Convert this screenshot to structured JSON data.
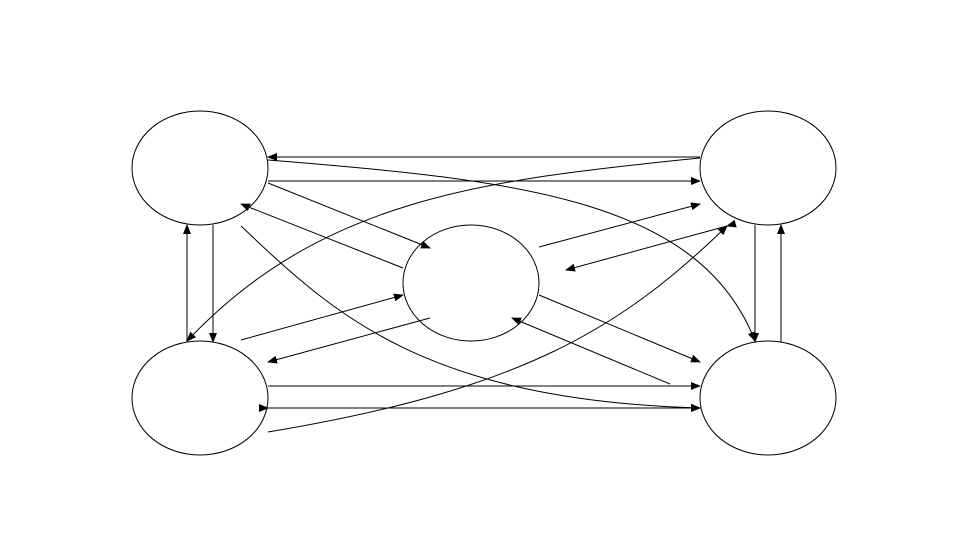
{
  "diagram": {
    "type": "directed-graph",
    "node_count": 5,
    "edge_count": 18,
    "node_labels": [
      "",
      "",
      "",
      "",
      ""
    ],
    "colors": {
      "background": "#ffffff",
      "stroke": "#000000",
      "node_fill": "#ffffff"
    }
  }
}
